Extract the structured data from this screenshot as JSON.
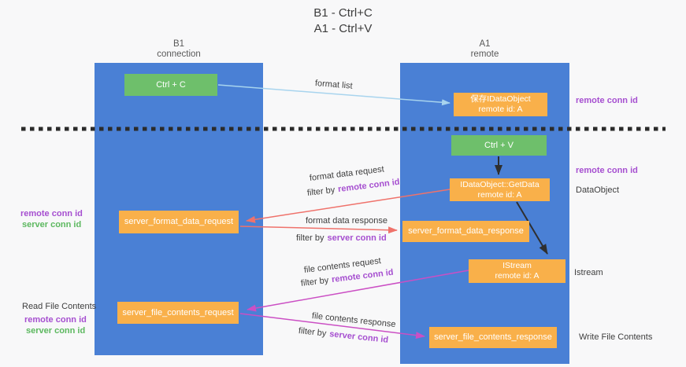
{
  "title": {
    "line1": "B1 - Ctrl+C",
    "line2": "A1 - Ctrl+V"
  },
  "lifelines": {
    "left": {
      "name": "B1",
      "subtitle": "connection"
    },
    "right": {
      "name": "A1",
      "subtitle": "remote"
    }
  },
  "nodes": {
    "ctrl_c": "Ctrl + C",
    "ctrl_v": "Ctrl + V",
    "save_idataobject": {
      "line1": "保存IDataObject",
      "line2": "remote id: A"
    },
    "getdata": {
      "line1": "IDataObject::GetData",
      "line2": "remote id: A"
    },
    "istream": {
      "line1": "IStream",
      "line2": "remote id: A"
    },
    "format_request": "server_format_data_request",
    "format_response": "server_format_data_response",
    "file_request": "server_file_contents_request",
    "file_response": "server_file_contents_response"
  },
  "arrow_labels": {
    "format_list": "format list",
    "format_data_request": "format data request",
    "format_data_response": "format data response",
    "file_contents_request": "file contents request",
    "file_contents_response": "file contents response",
    "filter_by": "filter by",
    "remote_conn_id": "remote conn id",
    "server_conn_id": "server conn id"
  },
  "side_labels": {
    "remote_conn_id": "remote conn id",
    "server_conn_id": "server conn id",
    "dataobject": "DataObject",
    "istream": "Istream",
    "read_file_contents": "Read File Contents",
    "write_file_contents": "Write File Contents"
  },
  "colors": {
    "lifeline_blue": "#4a80d5",
    "node_green": "#6ebf6b",
    "node_orange": "#f9b04a",
    "arrow_blue": "#a8d4ee",
    "arrow_red": "#ef726b",
    "arrow_magenta": "#cb4fc4",
    "arrow_black": "#2f2f2f",
    "label_purple": "#a64fd0",
    "label_green": "#5cb85f",
    "text_dark": "#3c3c3c"
  }
}
